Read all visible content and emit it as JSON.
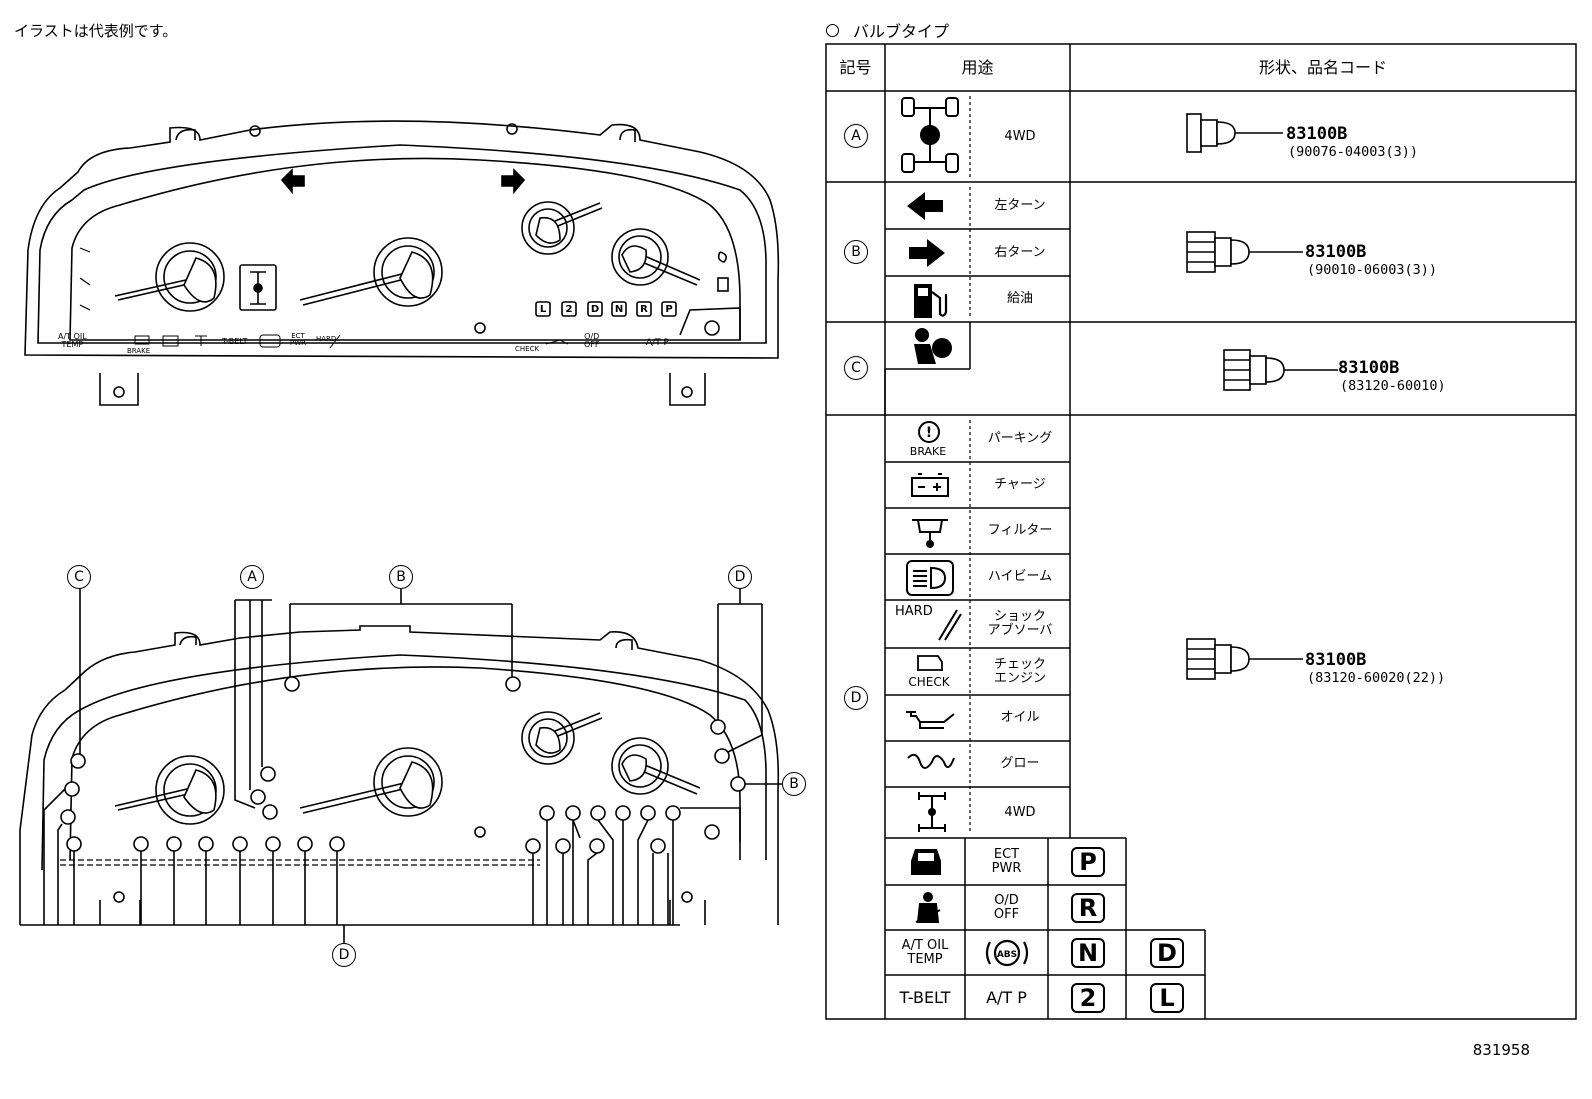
{
  "note": "イラストは代表例です。",
  "doc_id": "831958",
  "table": {
    "title": "バルブタイプ",
    "headers": {
      "symbol": "記号",
      "usage": "用途",
      "shape": "形状、品名コード"
    },
    "rows": {
      "A": {
        "letter": "A",
        "items": [
          {
            "icon": "4wd-chassis-icon",
            "label": "4WD"
          }
        ],
        "part": "83100B",
        "ref": "(90076-04003(3))"
      },
      "B": {
        "letter": "B",
        "items": [
          {
            "icon": "left-turn-arrow-icon",
            "label": "左ターン"
          },
          {
            "icon": "right-turn-arrow-icon",
            "label": "右ターン"
          },
          {
            "icon": "fuel-pump-icon",
            "label": "給油"
          }
        ],
        "part": "83100B",
        "ref": "(90010-06003(3))"
      },
      "C": {
        "letter": "C",
        "items": [
          {
            "icon": "airbag-person-icon",
            "label": ""
          }
        ],
        "part": "83100B",
        "ref": "(83120-60010)"
      },
      "D": {
        "letter": "D",
        "items": [
          {
            "icon": "brake-warning-icon",
            "icon_text": "BRAKE",
            "label": "パーキング"
          },
          {
            "icon": "battery-icon",
            "label": "チャージ"
          },
          {
            "icon": "fuel-filter-icon",
            "label": "フィルター"
          },
          {
            "icon": "high-beam-icon",
            "label": "ハイビーム"
          },
          {
            "icon": "shock-absorber-icon",
            "icon_text": "HARD",
            "label_1": "ショック",
            "label_2": "アブソーバ"
          },
          {
            "icon": "check-engine-icon",
            "icon_text": "CHECK",
            "label_1": "チェック",
            "label_2": "エンジン"
          },
          {
            "icon": "oil-can-icon",
            "label": "オイル"
          },
          {
            "icon": "glow-plug-icon",
            "label": "グロー"
          },
          {
            "icon": "4wd-axle-icon",
            "label": "4WD"
          }
        ],
        "part": "83100B",
        "ref": "(83120-60020(22))",
        "extra": {
          "ect_1": "ECT",
          "ect_2": "PWR",
          "od_1": "O/D",
          "od_2": "OFF",
          "atoil_1": "A/T OIL",
          "atoil_2": "TEMP",
          "abs": "ABS",
          "tbelt": "T-BELT",
          "atp": "A/T P",
          "gears": [
            "P",
            "R",
            "N",
            "D",
            "2",
            "L"
          ]
        }
      }
    }
  },
  "cluster_labels": {
    "atoil_1": "A/T OIL",
    "atoil_2": "TEMP",
    "brake": "BRAKE",
    "tbelt": "T-BELT",
    "ect_1": "ECT",
    "ect_2": "PWR",
    "hard": "HARD",
    "check": "CHECK",
    "od_1": "O/D",
    "od_2": "OFF",
    "atp": "A/T P",
    "gears": [
      "L",
      "2",
      "D",
      "N",
      "R",
      "P"
    ],
    "callouts": [
      "C",
      "A",
      "B",
      "D",
      "B",
      "D"
    ]
  }
}
